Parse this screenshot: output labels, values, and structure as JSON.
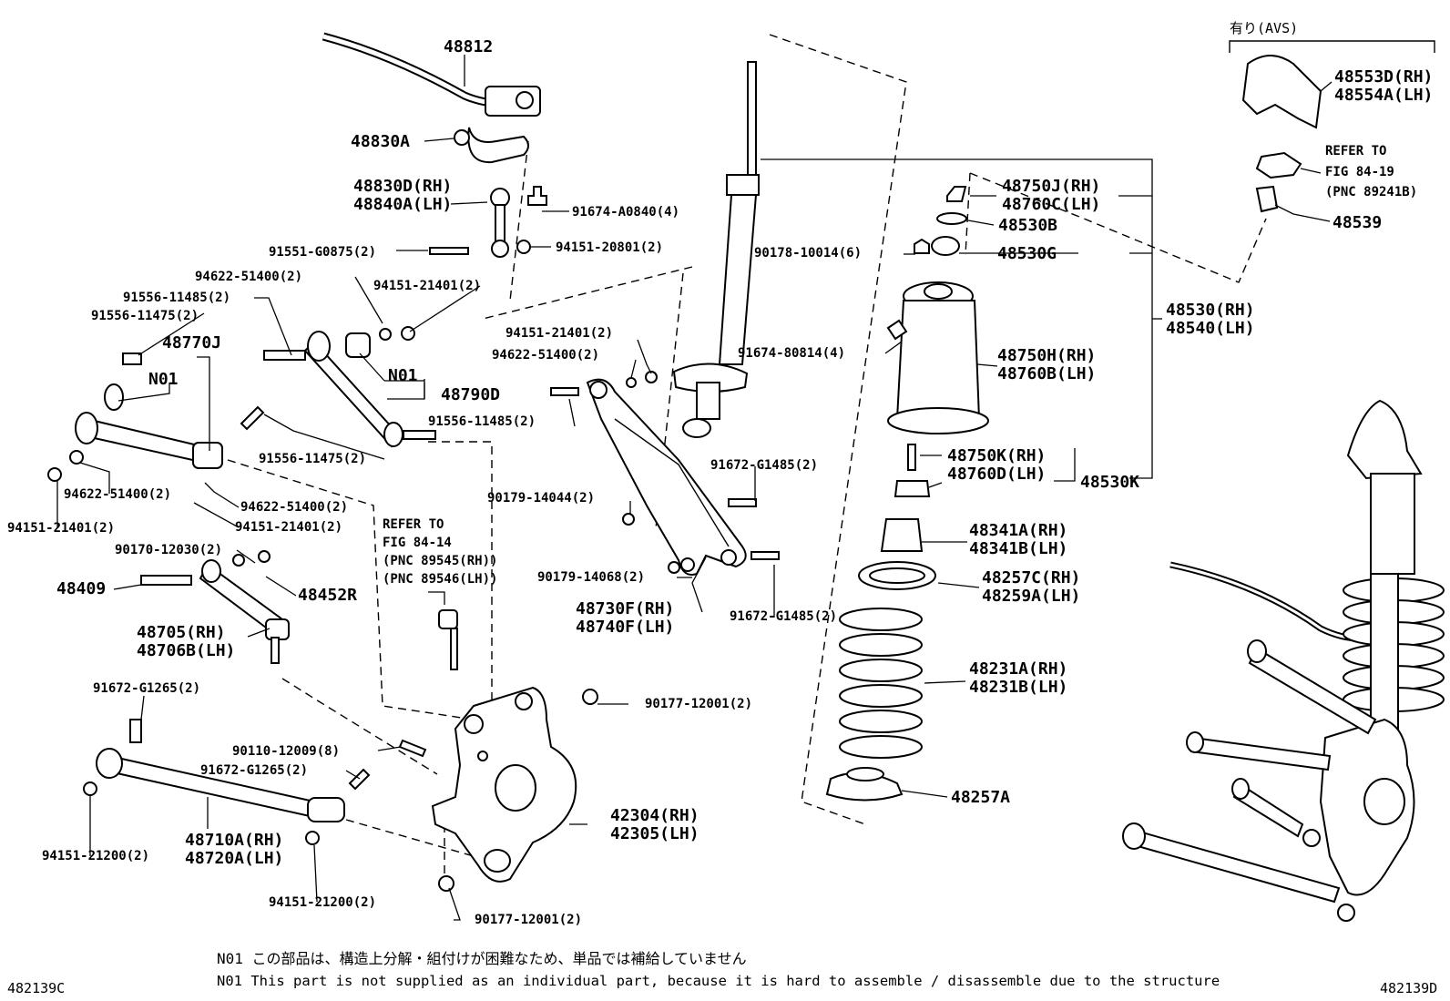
{
  "labels": {
    "p48812": "48812",
    "p48830A": "48830A",
    "p48830D": "48830D(RH)",
    "p48840A": "48840A(LH)",
    "p91674A0840": "91674-A0840(4)",
    "p91551G0875": "91551-G0875(2)",
    "p9415120801": "94151-20801(2)",
    "p9462251400a": "94622-51400(2)",
    "p9415121401a": "94151-21401(2)",
    "p9155611485a": "91556-11485(2)",
    "p9155611475a": "91556-11475(2)",
    "p48770J": "48770J",
    "pN01a": "N01",
    "pN01b": "N01",
    "p48790D": "48790D",
    "p9155611475b": "91556-11475(2)",
    "p9462251400b": "94622-51400(2)",
    "p9415121401b": "94151-21401(2)",
    "p9462251400c": "94622-51400(2)",
    "p9415121401c": "94151-21401(2)",
    "p9017012030": "90170-12030(2)",
    "p48409": "48409",
    "p48452R": "48452R",
    "p48705": "48705(RH)",
    "p48706B": "48706B(LH)",
    "p91672G1265a": "91672-G1265(2)",
    "p9011012009": "90110-12009(8)",
    "p91672G1265b": "91672-G1265(2)",
    "p48710A": "48710A(RH)",
    "p48720A": "48720A(LH)",
    "p9415121200a": "94151-21200(2)",
    "p9415121200b": "94151-21200(2)",
    "refer1a": "REFER TO",
    "refer1b": "FIG 84-14",
    "refer1c": "(PNC 89545(RH))",
    "refer1d": "(PNC 89546(LH))",
    "p9415121401d": "94151-21401(2)",
    "p9462251400d": "94622-51400(2)",
    "p9155611485b": "91556-11485(2)",
    "p9017914044": "90179-14044(2)",
    "p9017914068": "90179-14068(2)",
    "p48730F": "48730F(RH)",
    "p48740F": "48740F(LH)",
    "p91672G1485a": "91672-G1485(2)",
    "p91672G1485b": "91672-G1485(2)",
    "p9017712001a": "90177-12001(2)",
    "p9017712001b": "90177-12001(2)",
    "p42304": "42304(RH)",
    "p42305": "42305(LH)",
    "p9167480814": "91674-80814(4)",
    "p9017810014": "90178-10014(6)",
    "p48750J": "48750J(RH)",
    "p48760C": "48760C(LH)",
    "p48530B": "48530B",
    "p48530G": "48530G",
    "p48750H": "48750H(RH)",
    "p48760B": "48760B(LH)",
    "p48750K": "48750K(RH)",
    "p48760D": "48760D(LH)",
    "p48530K": "48530K",
    "p48530": "48530(RH)",
    "p48540": "48540(LH)",
    "p48341A": "48341A(RH)",
    "p48341B": "48341B(LH)",
    "p48257C": "48257C(RH)",
    "p48259A": "48259A(LH)",
    "p48231A": "48231A(RH)",
    "p48231B": "48231B(LH)",
    "p48257A": "48257A",
    "avs": "有り(AVS)",
    "p48553D": "48553D(RH)",
    "p48554A": "48554A(LH)",
    "refer2a": "REFER TO",
    "refer2b": "FIG 84-19",
    "refer2c": "(PNC 89241B)",
    "p48539": "48539"
  },
  "notes": {
    "jp": "N01 この部品は、構造上分解・組付けが困難なため、単品では補給していません",
    "en": "N01 This part is not supplied as an individual part, because it is hard to assemble / disassemble due to the structure"
  },
  "codes": {
    "left": "482139C",
    "right": "482139D"
  }
}
